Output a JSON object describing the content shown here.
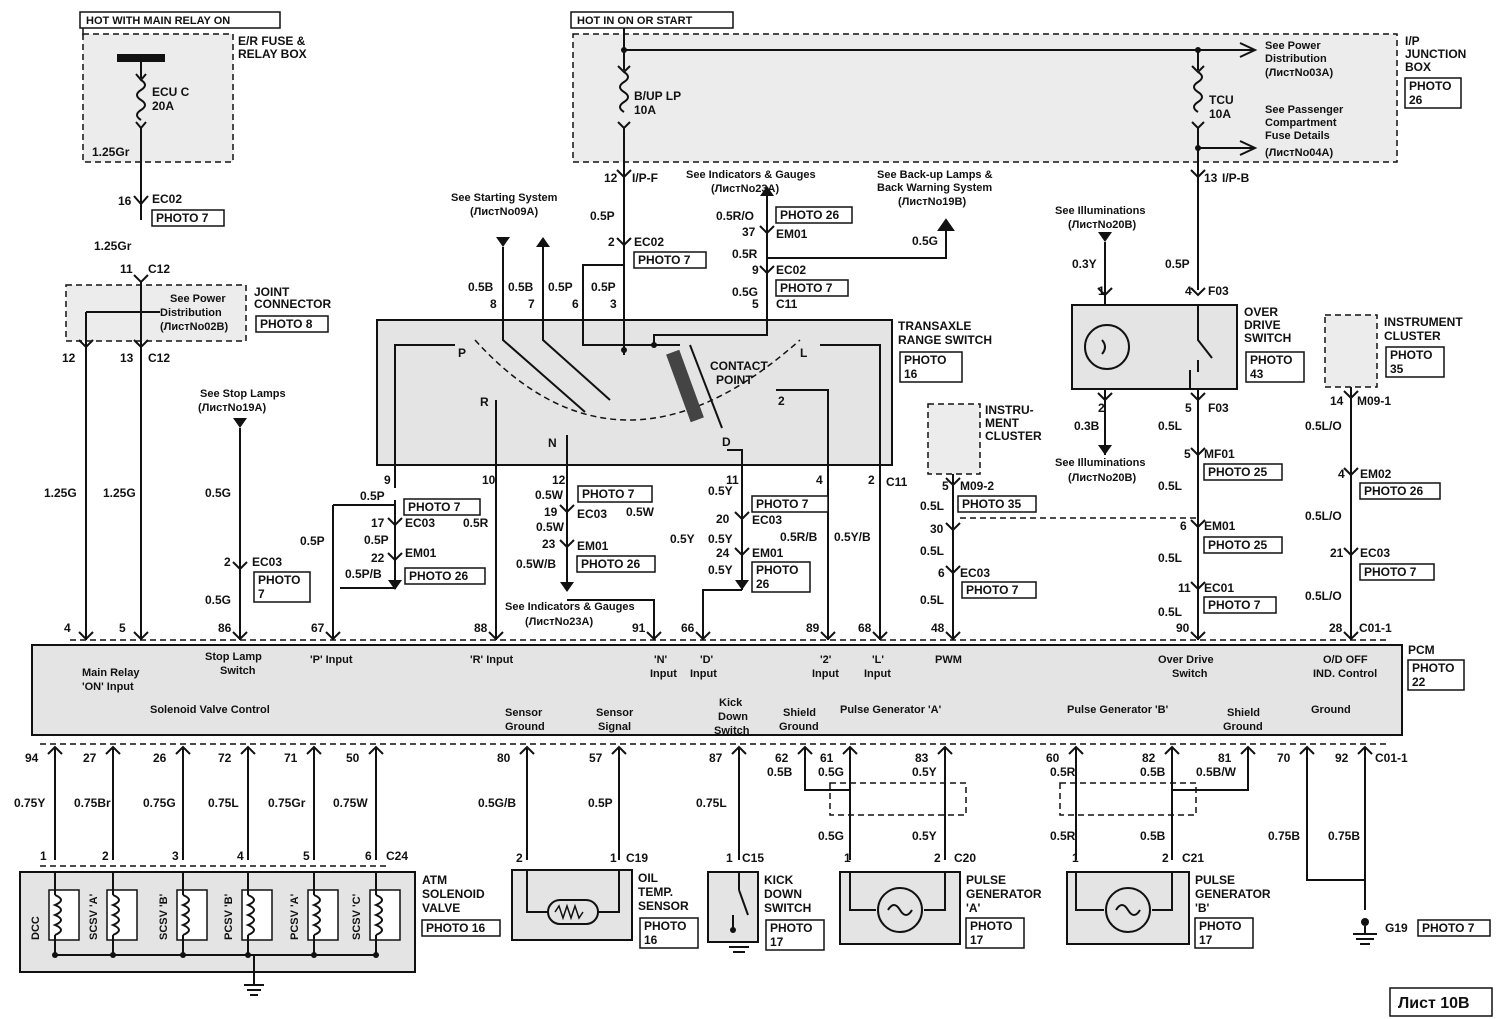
{
  "sheet": "Лист 10B",
  "supplies": {
    "main_relay": "HOT WITH MAIN RELAY ON",
    "on_start": "HOT IN ON OR START"
  },
  "modules": {
    "er_fuse": "E/R FUSE & RELAY BOX",
    "ip_junction": "I/P JUNCTION BOX",
    "joint_connector": "JOINT CONNECTOR",
    "transaxle_switch": "TRANSAXLE RANGE SWITCH",
    "overdrive_switch": "OVER DRIVE SWITCH",
    "instrument_cluster_a": "INSTRUMENT CLUSTER",
    "instrument_cluster_b": "INSTRU-MENT CLUSTER",
    "pcm": "PCM",
    "atm_valve": "ATM SOLENOID VALVE",
    "oil_temp": "OIL TEMP. SENSOR",
    "kickdown": "KICK DOWN SWITCH",
    "pulse_a": "PULSE GENERATOR 'A'",
    "pulse_b": "PULSE GENERATOR 'B'",
    "contact_point": "CONTACT POINT"
  },
  "photos": {
    "p7": "PHOTO 7",
    "p8": "PHOTO 8",
    "p16": "PHOTO 16",
    "p17": "PHOTO 17",
    "p22": "PHOTO 22",
    "p25": "PHOTO 25",
    "p26": "PHOTO 26",
    "p35": "PHOTO 35",
    "p43": "PHOTO 43"
  },
  "fuses": {
    "ecu_c": "ECU C",
    "ecu_c_amp": "20A",
    "bup": "B/UP LP",
    "bup_amp": "10A",
    "tcu": "TCU",
    "tcu_amp": "10A"
  },
  "refs": {
    "power_03a": "See Power Distribution (ЛистNo03A)",
    "passenger_04a": "See Passenger Compartment Fuse Details (ЛистNo04A)",
    "indicators_23a": "See Indicators & Gauges (ЛистNo23A)",
    "backup_19b": "See Back-up Lamps & Back Warning System (ЛистNo19B)",
    "starting_09a": "See Starting System (ЛистNo09A)",
    "illum_20b": "See Illuminations (ЛистNo20B)",
    "power_02b": "See Power Distribution (ЛистNo02B)",
    "stop_19a": "See Stop Lamps (ЛистNo19A)"
  },
  "connectors": {
    "ec02": "EC02",
    "c12": "C12",
    "ipf": "I/P-F",
    "ipb": "I/P-B",
    "em01": "EM01",
    "c11": "C11",
    "f03": "F03",
    "m091": "M09-1",
    "m092": "M09-2",
    "ec03": "EC03",
    "mf01": "MF01",
    "em02": "EM02",
    "ec01": "EC01",
    "c011": "C01-1",
    "c24": "C24",
    "c19": "C19",
    "c15": "C15",
    "c20": "C20",
    "c21": "C21",
    "g19": "G19"
  },
  "pcm_labels": {
    "main_relay": "Main Relay 'ON' Input",
    "stop_lamp": "Stop Lamp Switch",
    "p_input": "'P' Input",
    "r_input": "'R' Input",
    "n_input": "'N' Input",
    "d_input": "'D' Input",
    "two_input": "'2' Input",
    "l_input": "'L' Input",
    "pwm": "PWM",
    "od_switch": "Over Drive Switch",
    "od_off": "O/D OFF IND. Control",
    "solenoid": "Solenoid Valve Control",
    "sensor_ground": "Sensor Ground",
    "sensor_signal": "Sensor Signal",
    "kick_down": "Kick Down Switch",
    "shield_ground": "Shield Ground",
    "pulse_a": "Pulse Generator 'A'",
    "pulse_b": "Pulse Generator 'B'",
    "ground": "Ground"
  },
  "pcm_top_pins": [
    "4",
    "5",
    "86",
    "67",
    "88",
    "91",
    "66",
    "89",
    "68",
    "48",
    "90",
    "28"
  ],
  "pcm_bottom_pins": [
    "94",
    "27",
    "26",
    "72",
    "71",
    "50",
    "80",
    "57",
    "87",
    "62",
    "61",
    "83",
    "60",
    "82",
    "81",
    "70",
    "92"
  ],
  "valve_coils": [
    "DCC",
    "SCSV 'A'",
    "SCSV 'B'",
    "PCSV 'B'",
    "PCSV 'A'",
    "SCSV 'C'"
  ],
  "gear_positions": [
    "P",
    "R",
    "N",
    "D",
    "2",
    "L"
  ],
  "wires": {
    "w125gr": "1.25Gr",
    "w125g": "1.25G",
    "w05g": "0.5G",
    "w05p": "0.5P",
    "w05b": "0.5B",
    "w05r": "0.5R",
    "w05w": "0.5W",
    "w05y": "0.5Y",
    "w05ro": "0.5R/O",
    "w05rb": "0.5R/B",
    "w05yb": "0.5Y/B",
    "w05pb": "0.5P/B",
    "w05wb": "0.5W/B",
    "w03y": "0.3Y",
    "w03b": "0.3B",
    "w05l": "0.5L",
    "w05lo": "0.5L/O",
    "w075y": "0.75Y",
    "w075br": "0.75Br",
    "w075g": "0.75G",
    "w075l": "0.75L",
    "w075gr": "0.75Gr",
    "w075w": "0.75W",
    "w05gb": "0.5G/B",
    "w05bw": "0.5B/W",
    "w075b": "0.75B"
  }
}
